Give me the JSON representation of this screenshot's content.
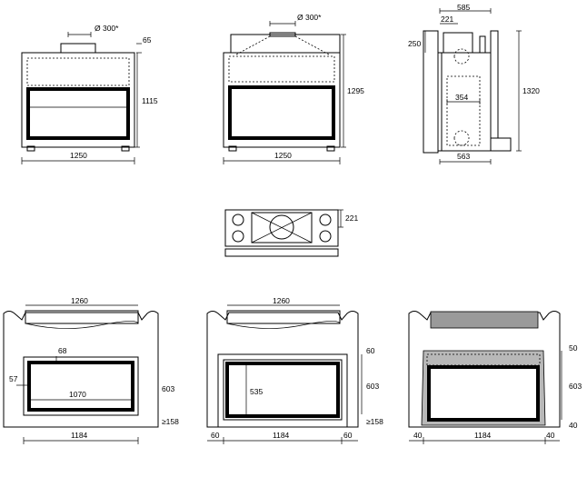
{
  "top_row": {
    "front_a": {
      "flue": "Ø 300*",
      "collar_height": "65",
      "height": "1115",
      "width": "1250"
    },
    "front_b": {
      "flue": "Ø 300*",
      "height": "1295",
      "width": "1250"
    },
    "side": {
      "depth_top": "585",
      "offset": "221",
      "collar": "250",
      "inner": "354",
      "height": "1320",
      "base_depth": "563"
    }
  },
  "mid": {
    "top_view": {
      "dim": "221"
    }
  },
  "bottom_row": {
    "inst_a": {
      "top_width": "1260",
      "frame": "68",
      "left_gap": "57",
      "glass_width": "1070",
      "height": "603",
      "base": "≥158",
      "width": "1184"
    },
    "inst_b": {
      "top_width": "1260",
      "top_gap": "60",
      "glass_height": "535",
      "height": "603",
      "base": "≥158",
      "left": "60",
      "width": "1184",
      "right": "60"
    },
    "inst_c": {
      "top_gap": "50",
      "height": "603",
      "base": "40",
      "left": "40",
      "width": "1184",
      "right": "40"
    }
  }
}
